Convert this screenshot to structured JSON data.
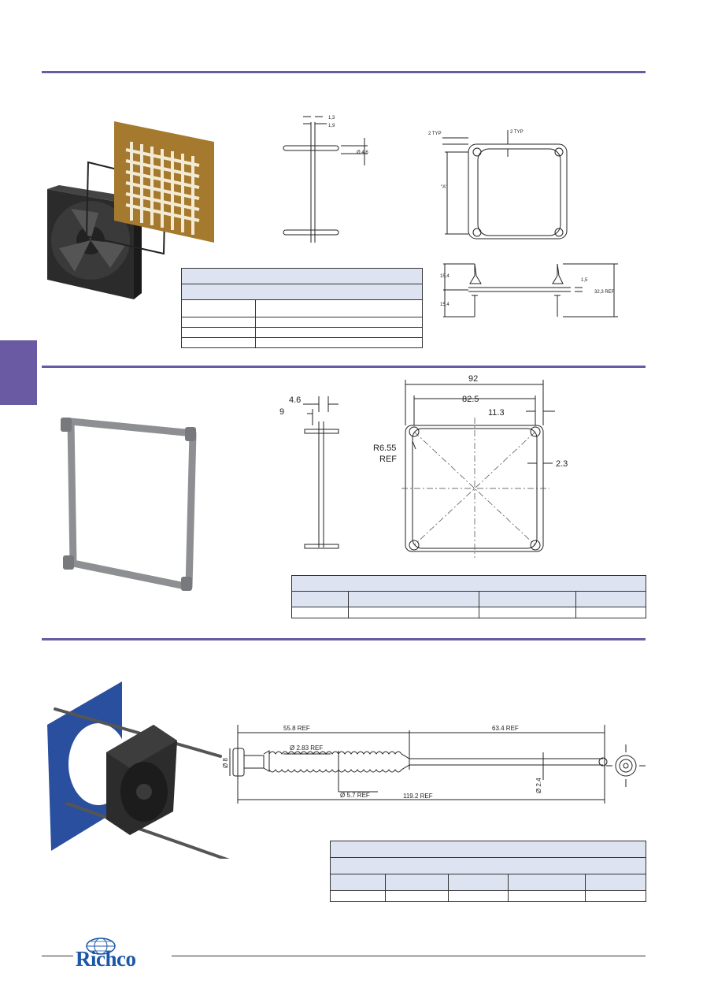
{
  "section1": {
    "side_dims": {
      "d1": "1,3",
      "d2": "1,9",
      "d3": "Ø 4,6"
    },
    "front_dims": {
      "typ_left": "2 TYP",
      "typ_top": "2 TYP",
      "a_label": "\"A\""
    },
    "bottom_dims": {
      "h1": "15,4",
      "h2": "15,4",
      "t": "1,5",
      "ref": "32,3 REF"
    }
  },
  "section2": {
    "side_dims": {
      "w1": "4.6",
      "w2": "9"
    },
    "front_dims": {
      "overall": "92",
      "pitch": "82.5",
      "offset": "11.3",
      "radius": "R6.55",
      "radius_ref": "REF",
      "margin": "2.3"
    }
  },
  "section3": {
    "dims": {
      "left_ref": "55.8 REF",
      "right_ref": "63.4 REF",
      "dia_head": "Ø 8",
      "dia_rib": "Ø 2.83 REF",
      "dia_body": "Ø 5.7 REF",
      "dia_tail": "Ø 2.4",
      "overall": "119.2 REF"
    }
  },
  "footer": {
    "brand": "Richco"
  },
  "colors": {
    "accent": "#6a5aa3",
    "table_header": "#dde3f0",
    "brand_blue": "#1b57a8"
  }
}
